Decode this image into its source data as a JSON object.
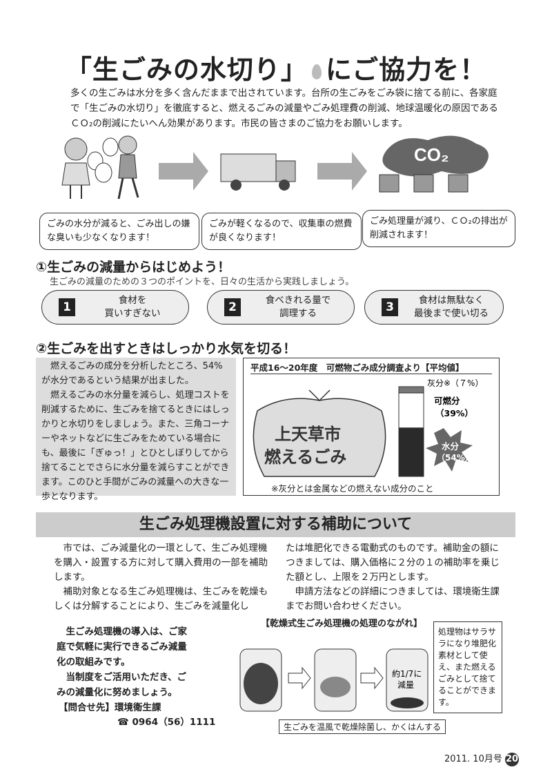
{
  "title": {
    "pre": "「生ごみの水切り」",
    "post": "にご協力を！"
  },
  "intro": "多くの生ごみは水分を多く含んだままで出されています。台所の生ごみをごみ袋に捨てる前に、各家庭で「生ごみの水切り」を徹底すると、燃えるごみの減量やごみ処理費の削減、地球温暖化の原因であるＣＯ₂の削減にたいへん効果があります。市民の皆さまのご協力をお願いします。",
  "co2_label": "CO₂",
  "bubbles": [
    "ごみの水分が減ると、ごみ出しの嫌な臭いも少なくなります！",
    "ごみが軽くなるので、収集車の燃費が良くなります！",
    "ごみ処理量が減り、ＣＯ₂の排出が削減されます！"
  ],
  "section1": {
    "heading": "①生ごみの減量からはじめよう！",
    "sub": "生ごみの減量のための３つのポイントを、日々の生活から実践しましょう。",
    "points": [
      {
        "num": "1",
        "l1": "食材を",
        "l2": "買いすぎない"
      },
      {
        "num": "2",
        "l1": "食べきれる量で",
        "l2": "調理する"
      },
      {
        "num": "3",
        "l1": "食材は無駄なく",
        "l2": "最後まで使い切る"
      }
    ]
  },
  "section2": {
    "heading": "②生ごみを出すときはしっかり水気を切る！",
    "body": "　燃えるごみの成分を分析したところ、54%が水分であるという結果が出ました。\n　燃えるごみの水分量を減らし、処理コストを削減するために、生ごみを捨てるときにはしっかりと水切りをしましょう。また、三角コーナーやネットなどに生ごみをためている場合にも、最後に「ぎゅっ！」とひとしぼりしてから捨てることでさらに水分量を減らすことができます。このひと手間がごみの減量への大きな一歩となります。"
  },
  "chart_data": {
    "type": "bar",
    "title": "平成16～20年度　可燃物ごみ成分調査より【平均値】",
    "bag_text_1": "上天草市",
    "bag_text_2": "燃えるごみ",
    "categories": [
      "灰分※",
      "可燃分",
      "水分"
    ],
    "values": [
      7,
      39,
      54
    ],
    "labels": [
      "灰分※（７%）",
      "可燃分",
      "（39%）",
      "水分",
      "（54%）"
    ],
    "note": "※灰分とは金属などの燃えない成分のこと"
  },
  "section3": {
    "banner": "生ごみ処理機設置に対する補助について",
    "left": "　市では、ごみ減量化の一環として、生ごみ処理機を購入・設置する方に対して購入費用の一部を補助します。\n　補助対象となる生ごみ処理機は、生ごみを乾燥もしくは分解することにより、生ごみを減量化し",
    "right": "たは堆肥化できる電動式のものです。補助金の額につきましては、購入価格に２分の１の補助率を乗じた額とし、上限を２万円とします。\n　申請方法などの詳細につきましては、環境衛生課までお問い合わせください。",
    "promo": "　生ごみ処理機の導入は、ご家庭で気軽に実行できるごみ減量化の取組みです。\n　当制度をご活用いただき、ごみの減量化に努めましょう。",
    "contact": "【問合せ先】環境衛生課",
    "phone": "☎ 0964（56）1111",
    "flow_title": "【乾燥式生ごみ処理機の処理のながれ】",
    "reduce": "約1/7に",
    "reduce2": "減量",
    "flow_caption": "生ごみを温風で乾燥除菌し、かくはんする",
    "side_note": "処理物はサラサラになり堆肥化素材として使え、また燃えるごみとして捨てることができます。"
  },
  "footer": {
    "date": "2011. 10月号",
    "page": "20"
  }
}
